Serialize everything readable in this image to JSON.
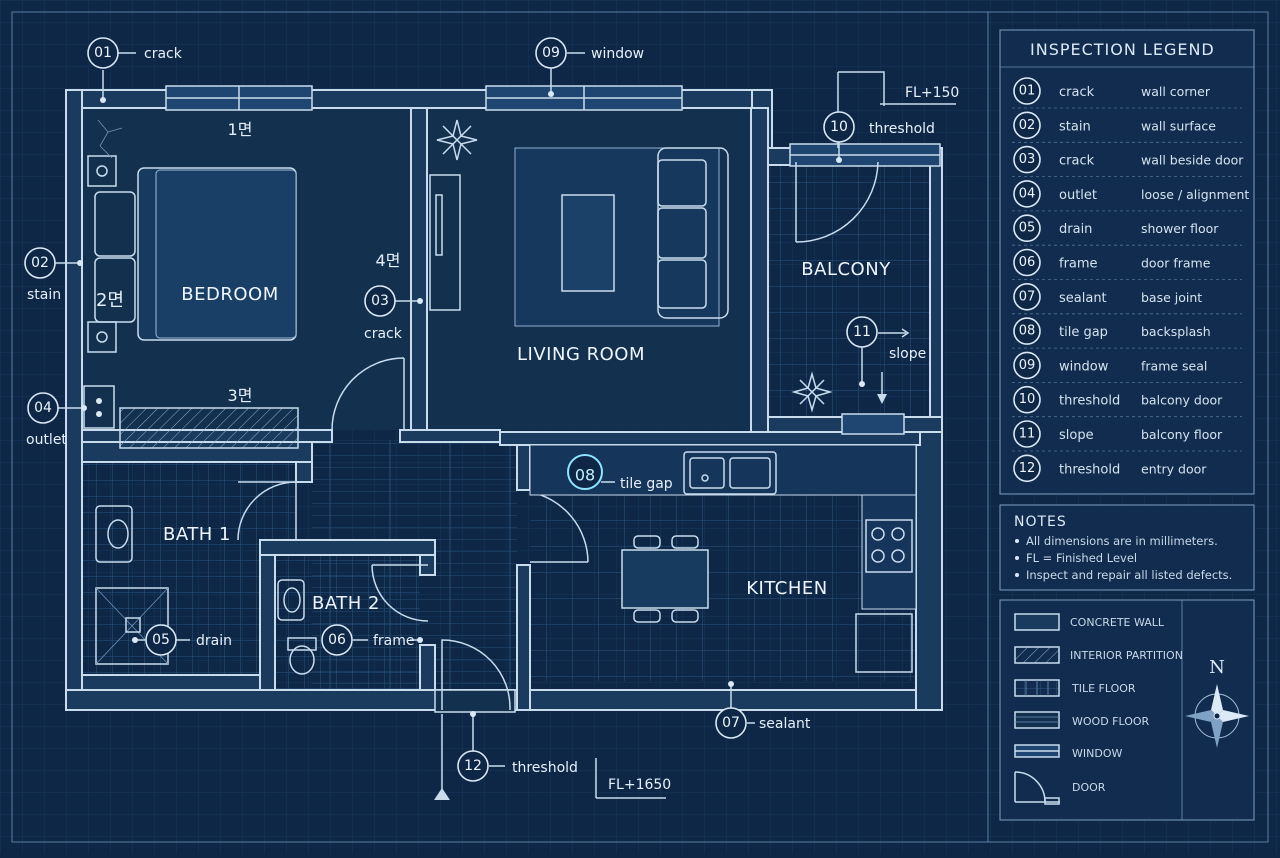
{
  "rooms": {
    "bedroom": "BEDROOM",
    "living": "LIVING ROOM",
    "balcony": "BALCONY",
    "bath1": "BATH 1",
    "bath2": "BATH 2",
    "kitchen": "KITCHEN"
  },
  "wall_faces": {
    "f1": "1면",
    "f2": "2면",
    "f3": "3면",
    "f4": "4면"
  },
  "levels": {
    "balcony": "FL+150",
    "entry": "FL+1650"
  },
  "markers": [
    {
      "num": "01",
      "label": "crack"
    },
    {
      "num": "02",
      "label": "stain"
    },
    {
      "num": "03",
      "label": "crack"
    },
    {
      "num": "04",
      "label": "outlet"
    },
    {
      "num": "05",
      "label": "drain"
    },
    {
      "num": "06",
      "label": "frame"
    },
    {
      "num": "07",
      "label": "sealant"
    },
    {
      "num": "08",
      "label": "tile gap"
    },
    {
      "num": "09",
      "label": "window"
    },
    {
      "num": "10",
      "label": "threshold"
    },
    {
      "num": "11",
      "label": "slope"
    },
    {
      "num": "12",
      "label": "threshold"
    }
  ],
  "legend": {
    "title": "INSPECTION LEGEND",
    "items": [
      {
        "num": "01",
        "type": "crack",
        "location": "wall corner"
      },
      {
        "num": "02",
        "type": "stain",
        "location": "wall surface"
      },
      {
        "num": "03",
        "type": "crack",
        "location": "wall beside door"
      },
      {
        "num": "04",
        "type": "outlet",
        "location": "loose / alignment"
      },
      {
        "num": "05",
        "type": "drain",
        "location": "shower floor"
      },
      {
        "num": "06",
        "type": "frame",
        "location": "door frame"
      },
      {
        "num": "07",
        "type": "sealant",
        "location": "base joint"
      },
      {
        "num": "08",
        "type": "tile gap",
        "location": "backsplash"
      },
      {
        "num": "09",
        "type": "window",
        "location": "frame seal"
      },
      {
        "num": "10",
        "type": "threshold",
        "location": "balcony door"
      },
      {
        "num": "11",
        "type": "slope",
        "location": "balcony floor"
      },
      {
        "num": "12",
        "type": "threshold",
        "location": "entry door"
      }
    ]
  },
  "notes": {
    "title": "NOTES",
    "items": [
      "All dimensions are in millimeters.",
      "FL = Finished Level",
      "Inspect and repair all listed defects."
    ]
  },
  "key": {
    "items": [
      {
        "label": "CONCRETE WALL",
        "pattern": "concrete"
      },
      {
        "label": "INTERIOR PARTITION",
        "pattern": "hatch"
      },
      {
        "label": "TILE FLOOR",
        "pattern": "tile"
      },
      {
        "label": "WOOD FLOOR",
        "pattern": "wood"
      },
      {
        "label": "WINDOW",
        "pattern": "window"
      },
      {
        "label": "DOOR",
        "pattern": "door"
      }
    ],
    "north": "N"
  },
  "colors": {
    "background": "#0e2747",
    "line": "#c8dcee",
    "wall_fill": "#1a3a5e",
    "highlight": "#8fe4ff"
  }
}
